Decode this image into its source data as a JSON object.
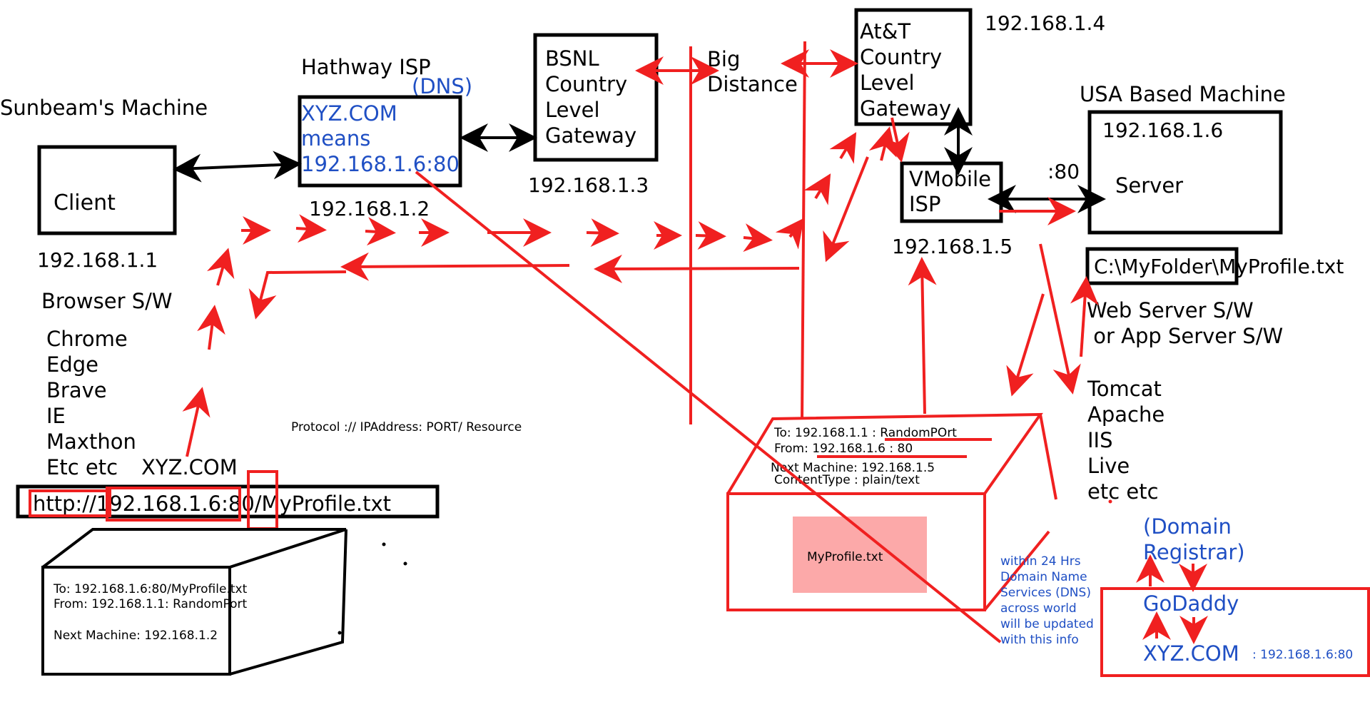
{
  "sunbeam": {
    "title": "Sunbeam's Machine",
    "client_label": "Client",
    "ip": "192.168.1.1",
    "browser_heading": "Browser S/W",
    "browsers": [
      "Chrome",
      "Edge",
      "Brave",
      "IE",
      "Maxthon",
      "Etc etc"
    ],
    "domain": "XYZ.COM",
    "url": "http://192.168.1.6:80/MyProfile.txt"
  },
  "request_packet": {
    "to": "To: 192.168.1.6:80/MyProfile.txt",
    "from": "From: 192.168.1.1: RandomPort",
    "next": "Next Machine: 192.168.1.2"
  },
  "hathway": {
    "title": "Hathway ISP",
    "dns_tag": "(DNS)",
    "lines": [
      "XYZ.COM",
      "means",
      "192.168.1.6:80"
    ],
    "ip": "192.168.1.2"
  },
  "bsnl": {
    "lines": [
      "BSNL",
      "Country",
      "Level",
      "Gateway"
    ],
    "ip": "192.168.1.3"
  },
  "big_distance": [
    "Big",
    "Distance"
  ],
  "att": {
    "lines": [
      "At&T",
      "Country",
      "Level",
      "Gateway"
    ],
    "ip": "192.168.1.4"
  },
  "vmobile": {
    "lines": [
      "VMobile",
      "ISP"
    ],
    "ip": "192.168.1.5"
  },
  "usa": {
    "title": "USA Based Machine",
    "ip": "192.168.1.6",
    "port": ":80",
    "server_label": "Server",
    "path": "C:\\MyFolder\\MyProfile.txt",
    "web_server": [
      "Web Server S/W",
      " or App Server S/W"
    ],
    "servers": [
      "Tomcat",
      "Apache",
      "IIS",
      "Live",
      "etc etc"
    ]
  },
  "protocol_note": "Protocol :// IPAddress: PORT/ Resource",
  "response_packet": {
    "to": "To: 192.168.1.1 : RandomPOrt",
    "from": "From: 192.168.1.6 : 80",
    "next": "Next Machine: 192.168.1.5",
    "content_type": "ContentType : plain/text",
    "file": "MyProfile.txt"
  },
  "dns_note": [
    "within 24 Hrs",
    "Domain Name",
    "Services (DNS)",
    "across world",
    "will be updated",
    "with this info"
  ],
  "registrar": {
    "title": [
      "(Domain",
      "Registrar)"
    ],
    "name": "GoDaddy",
    "domain": "XYZ.COM",
    "mapping": ": 192.168.1.6:80"
  },
  "colors": {
    "ink": "#000000",
    "annotation_red": "#f02020",
    "note_blue": "#1f4fc4",
    "file_fill": "#fca9a9"
  }
}
